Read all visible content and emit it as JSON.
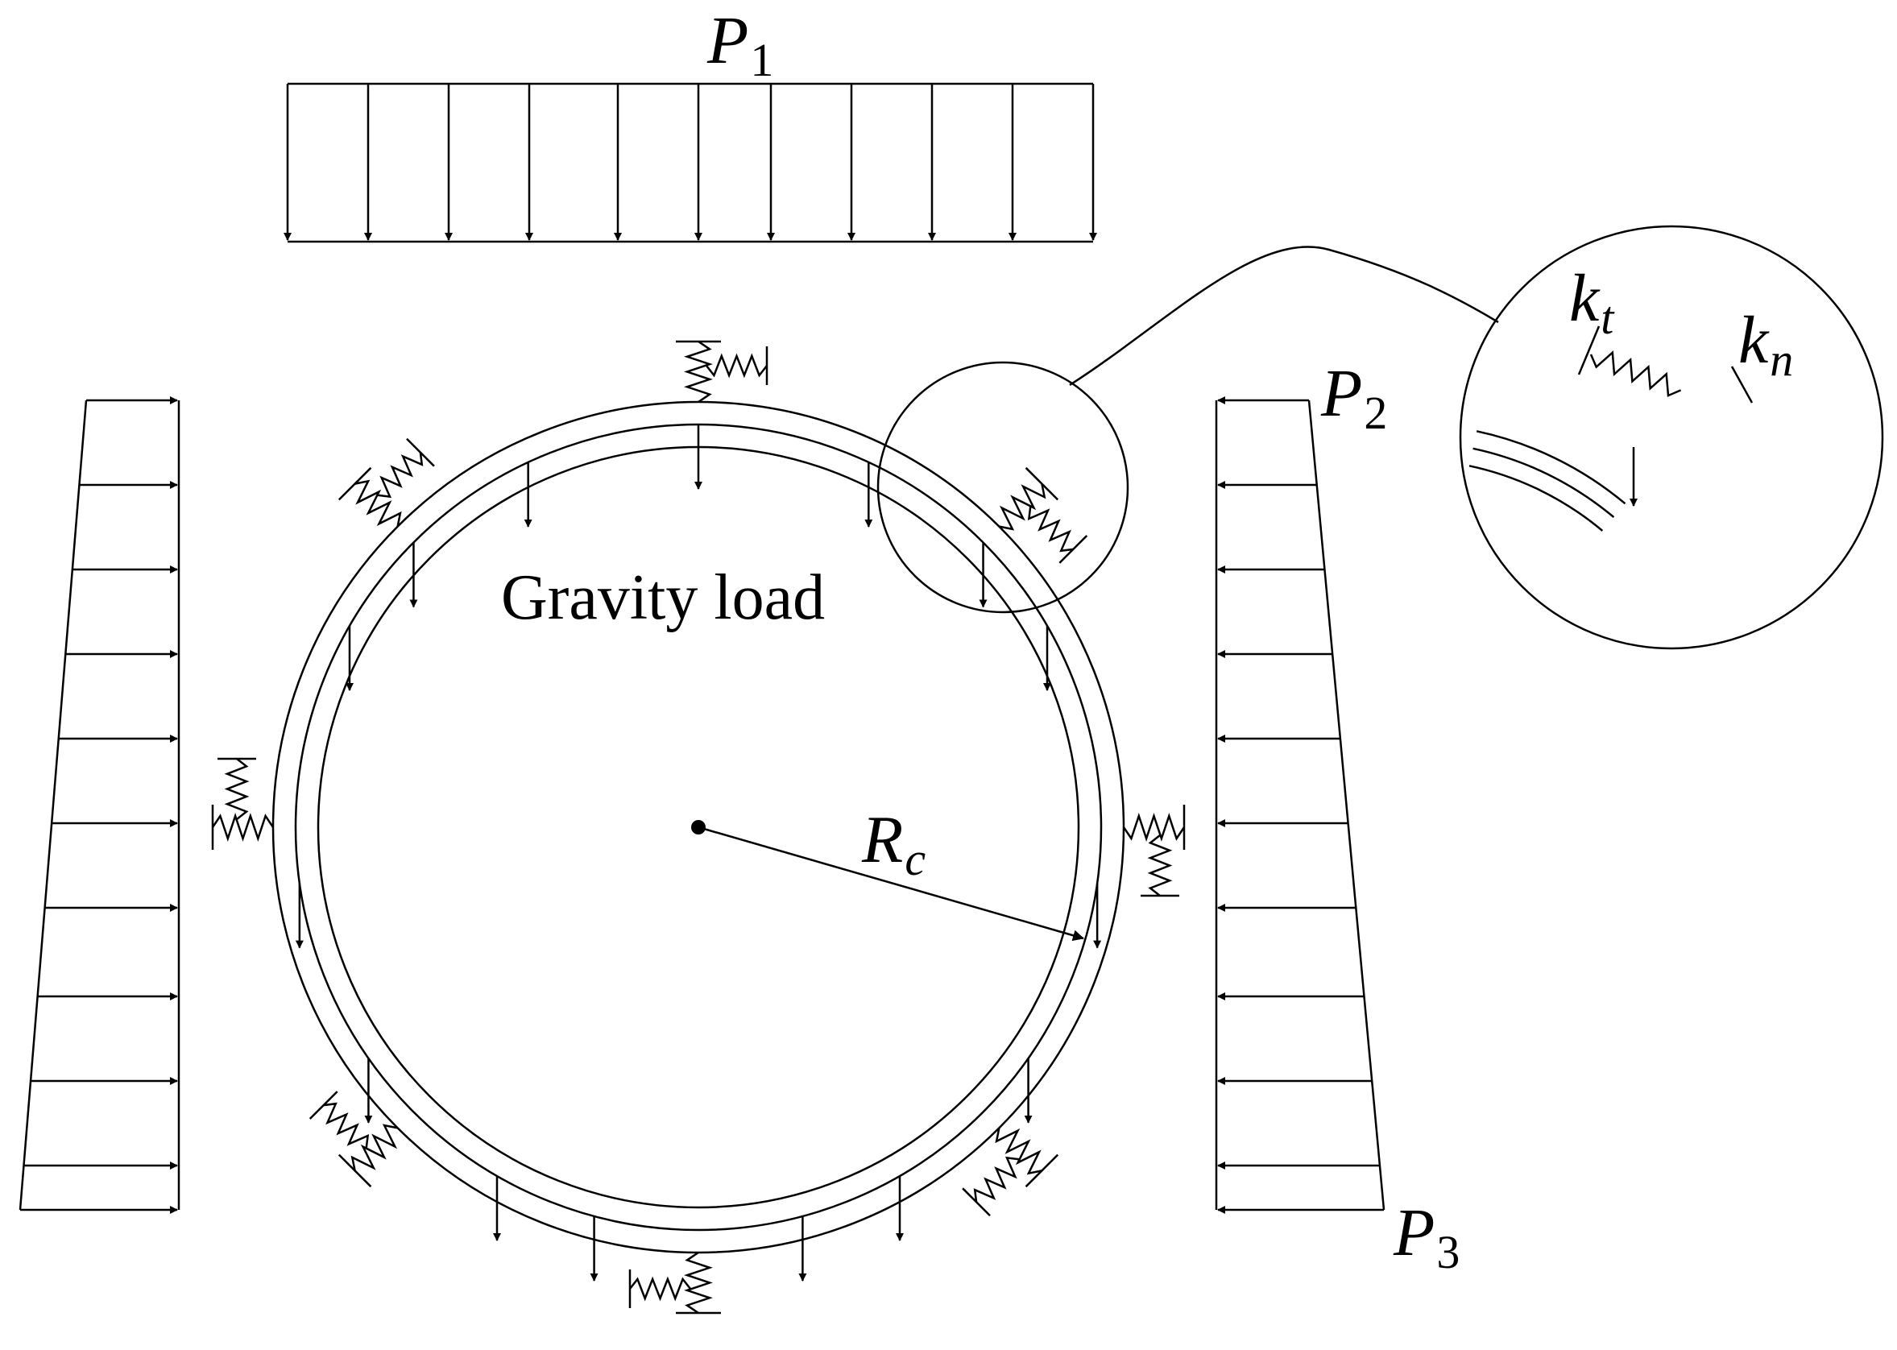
{
  "labels": {
    "p1": "P",
    "p1_sub": "1",
    "p2": "P",
    "p2_sub": "2",
    "p3": "P",
    "p3_sub": "3",
    "gravity": "Gravity load",
    "rc": "R",
    "rc_sub": "c",
    "kt": "k",
    "kt_sub": "t",
    "kn": "k",
    "kn_sub": "n"
  },
  "colors": {
    "stroke": "#000000",
    "background": "#ffffff"
  }
}
